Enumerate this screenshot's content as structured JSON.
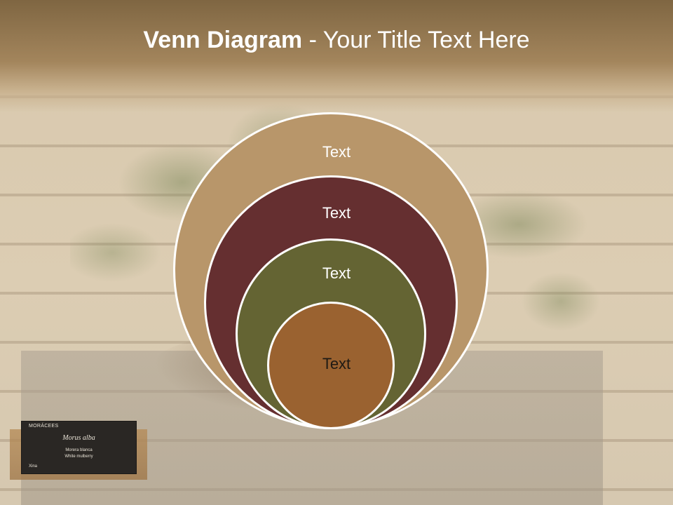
{
  "slide": {
    "title_strong": "Venn Diagram",
    "title_rest": " - Your Title Text Here"
  },
  "colors": {
    "header": "#8c704a",
    "outer_circle": "#b8966a",
    "second_circle": "#652f30",
    "third_circle": "#646433",
    "inner_circle": "#9a6230",
    "circle_outline": "#ffffff"
  },
  "venn": {
    "circles": [
      {
        "label": "Text",
        "fill": "#b8966a",
        "text_color": "#ffffff"
      },
      {
        "label": "Text",
        "fill": "#652f30",
        "text_color": "#ffffff"
      },
      {
        "label": "Text",
        "fill": "#646433",
        "text_color": "#ffffff"
      },
      {
        "label": "Text",
        "fill": "#9a6230",
        "text_color": "#1f1a14"
      }
    ]
  },
  "background_label": {
    "family": "MORÁCEES",
    "species": "Morus alba",
    "common_1": "Morera blanca",
    "common_2": "White mulberry",
    "origin": "Xina"
  }
}
